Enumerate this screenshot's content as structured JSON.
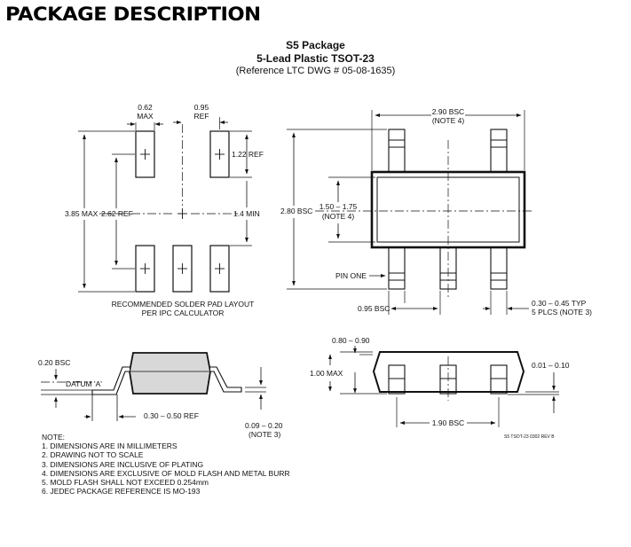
{
  "heading": "PACKAGE DESCRIPTION",
  "title": {
    "line1": "S5 Package",
    "line2": "5-Lead Plastic TSOT-23",
    "line3": "(Reference LTC DWG # 05-08-1635)"
  },
  "pad_layout": {
    "dim_pad_width": "0.62",
    "dim_pad_width_sub": "MAX",
    "dim_pitch": "0.95",
    "dim_pitch_sub": "REF",
    "dim_pad_length": "1.22 REF",
    "dim_overall": "3.85 MAX",
    "dim_inner": "2.62 REF",
    "dim_min_gap": "1.4 MIN",
    "caption1": "RECOMMENDED SOLDER PAD LAYOUT",
    "caption2": "PER IPC CALCULATOR"
  },
  "top_view": {
    "dim_length": "2.90 BSC",
    "dim_length_note": "(NOTE 4)",
    "dim_width": "2.80 BSC",
    "dim_body": "1.50 – 1.75",
    "dim_body_note": "(NOTE 4)",
    "pin_one": "PIN ONE",
    "dim_pitch": "0.95 BSC",
    "dim_lead_width": "0.30 – 0.45 TYP",
    "dim_lead_width_note": "5 PLCS (NOTE 3)"
  },
  "side_view": {
    "dim_gauge": "0.20 BSC",
    "datum": "DATUM 'A'",
    "dim_foot": "0.30 – 0.50 REF",
    "dim_lead_thk": "0.09 – 0.20",
    "dim_lead_thk_note": "(NOTE 3)"
  },
  "end_view": {
    "dim_body_h": "0.80 – 0.90",
    "dim_max_h": "1.00 MAX",
    "dim_standoff": "0.01 – 0.10",
    "dim_span": "1.90 BSC",
    "drawing_code": "S5 TSOT-23 0302 REV B"
  },
  "notes": {
    "header": "NOTE:",
    "items": [
      "1. DIMENSIONS ARE IN MILLIMETERS",
      "2. DRAWING NOT TO SCALE",
      "3. DIMENSIONS ARE INCLUSIVE OF PLATING",
      "4. DIMENSIONS ARE EXCLUSIVE OF MOLD FLASH AND METAL BURR",
      "5. MOLD FLASH SHALL NOT EXCEED 0.254mm",
      "6. JEDEC PACKAGE REFERENCE IS MO-193"
    ]
  }
}
